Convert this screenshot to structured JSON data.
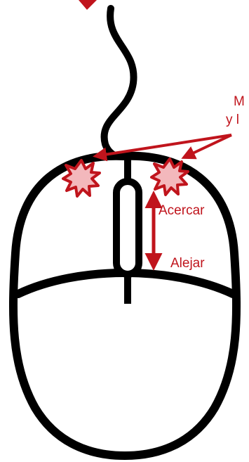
{
  "labels": {
    "top_line1": "M",
    "top_line2": "y l",
    "zoom_in": "Acercar",
    "zoom_out": "Alejar"
  },
  "colors": {
    "outline": "#000000",
    "annotation": "#c0141c",
    "burst_fill": "#f3b8bc"
  },
  "icons": [
    "mouse-body",
    "scroll-wheel",
    "click-burst-icon",
    "double-arrow-icon"
  ]
}
